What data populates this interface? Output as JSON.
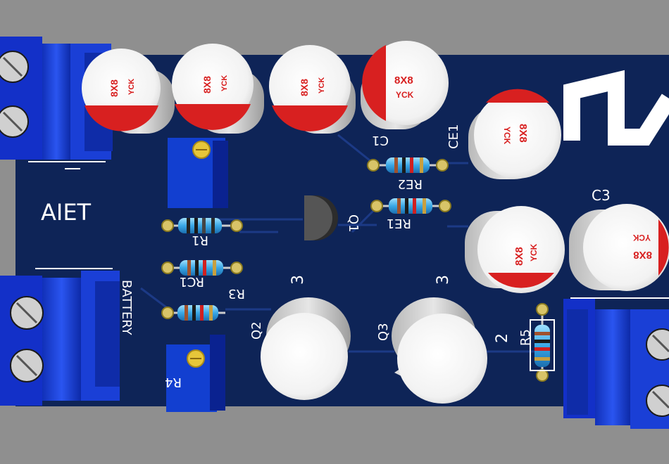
{
  "board": {
    "brand_text": "AIET",
    "battery_label": "BATTERY",
    "colors": {
      "pcb": "#0e2457",
      "terminal": "#1a3fd6",
      "cap_mark": "#d82020",
      "background": "#8f8f8f"
    }
  },
  "capacitor_marking": {
    "size": "8X8",
    "maker": "YCK"
  },
  "designators": {
    "c1": "C1",
    "ce1": "CE1",
    "c3": "C3",
    "re2": "RE2",
    "re1": "RE1",
    "q1": "Q1",
    "r1": "R1",
    "rc1": "RC1",
    "r3": "R3",
    "q2": "Q2",
    "q3": "Q3",
    "r5": "R5",
    "r4": "R4"
  },
  "pin_labels": {
    "q2_pin3": "3",
    "q3_pin3": "3",
    "q3_pin2": "2"
  }
}
